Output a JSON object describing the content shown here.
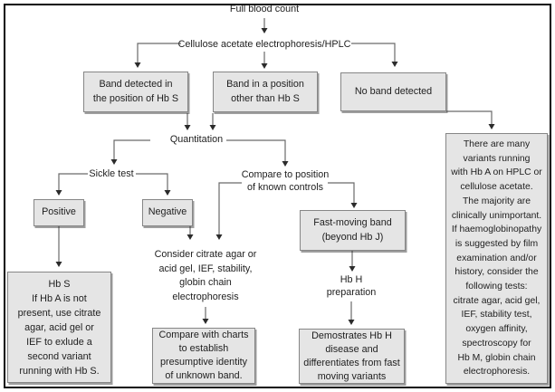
{
  "colors": {
    "box_fill": "#e5e5e5",
    "box_border": "#868686",
    "line": "#6a6a6a",
    "arrow": "#2b2b2b",
    "text": "#1e1e1e",
    "frame": "#0a0a0a"
  },
  "flowchart": {
    "root_label": "Full blood count",
    "test_label": "Cellulose acetate electrophoresis/HPLC",
    "boxes": {
      "band_hbs": "Band detected in\nthe position of Hb S",
      "band_other": "Band in a position\nother than Hb S",
      "no_band": "No band detected",
      "positive": "Positive",
      "negative": "Negative",
      "hbs_result": "Hb S\nIf Hb A is not\npresent, use citrate\nagar, acid gel or\nIEF to exlude a\nsecond variant\nrunning with Hb S.",
      "compare_charts": "Compare with charts\nto establish\npresumptive identity\nof unknown band.",
      "fast_band": "Fast-moving band\n(beyond Hb J)",
      "demonstrates": "Demostrates Hb H\ndisease and\ndifferentiates from fast\nmoving variants",
      "no_band_info": "There are many\nvariants running\nwith Hb A on HPLC or\ncellulose acetate.\nThe majority are\nclinically unimportant.\nIf haemoglobinopathy\nis suggested by film\nexamination and/or\nhistory, consider the\nfollowing tests:\ncitrate agar, acid gel,\nIEF, stability test,\noxygen affinity,\nspectroscopy for\nHb M, globin chain\nelectrophoresis."
    },
    "labels": {
      "quantitation": "Quantitation",
      "sickle_test": "Sickle test",
      "compare_position": "Compare to position\nof known controls",
      "consider_tests": "Consider citrate agar or\nacid gel, IEF, stability,\nglobin chain\nelectrophoresis",
      "hbh_prep": "Hb H\npreparation"
    }
  }
}
